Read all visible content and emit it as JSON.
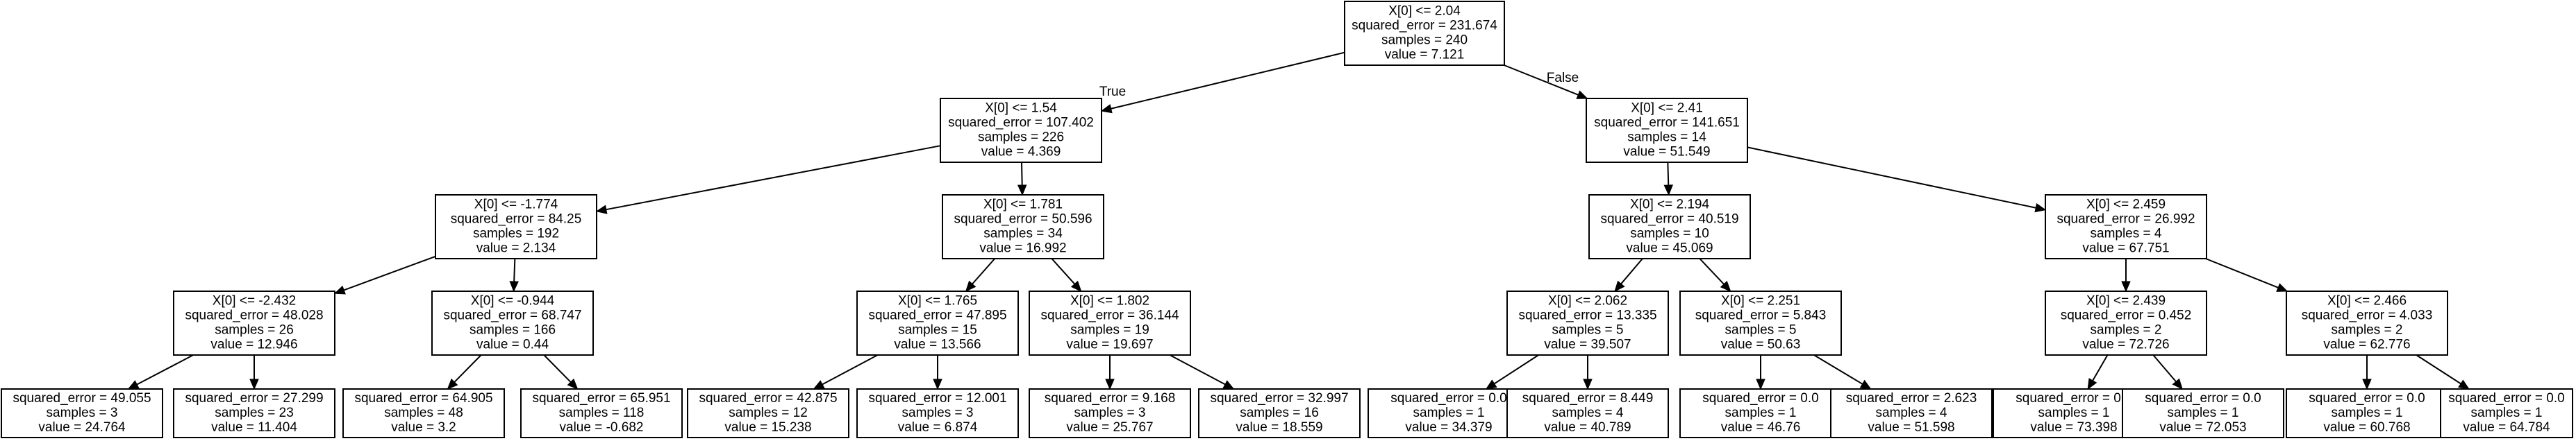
{
  "tree": {
    "nodes": [
      {
        "id": "n0",
        "lines": [
          "X[0] <= 2.04",
          "squared_error = 231.674",
          "samples = 240",
          "value = 7.121"
        ]
      },
      {
        "id": "n1",
        "lines": [
          "X[0] <= 1.54",
          "squared_error = 107.402",
          "samples = 226",
          "value = 4.369"
        ]
      },
      {
        "id": "n2",
        "lines": [
          "X[0] <= 2.41",
          "squared_error = 141.651",
          "samples = 14",
          "value = 51.549"
        ]
      },
      {
        "id": "n3",
        "lines": [
          "X[0] <= -1.774",
          "squared_error = 84.25",
          "samples = 192",
          "value = 2.134"
        ]
      },
      {
        "id": "n4",
        "lines": [
          "X[0] <= 1.781",
          "squared_error = 50.596",
          "samples = 34",
          "value = 16.992"
        ]
      },
      {
        "id": "n5",
        "lines": [
          "X[0] <= 2.194",
          "squared_error = 40.519",
          "samples = 10",
          "value = 45.069"
        ]
      },
      {
        "id": "n6",
        "lines": [
          "X[0] <= 2.459",
          "squared_error = 26.992",
          "samples = 4",
          "value = 67.751"
        ]
      },
      {
        "id": "n7",
        "lines": [
          "X[0] <= -2.432",
          "squared_error = 48.028",
          "samples = 26",
          "value = 12.946"
        ]
      },
      {
        "id": "n8",
        "lines": [
          "X[0] <= -0.944",
          "squared_error = 68.747",
          "samples = 166",
          "value = 0.44"
        ]
      },
      {
        "id": "n9",
        "lines": [
          "X[0] <= 1.765",
          "squared_error = 47.895",
          "samples = 15",
          "value = 13.566"
        ]
      },
      {
        "id": "n10",
        "lines": [
          "X[0] <= 1.802",
          "squared_error = 36.144",
          "samples = 19",
          "value = 19.697"
        ]
      },
      {
        "id": "n11",
        "lines": [
          "X[0] <= 2.062",
          "squared_error = 13.335",
          "samples = 5",
          "value = 39.507"
        ]
      },
      {
        "id": "n12",
        "lines": [
          "X[0] <= 2.251",
          "squared_error = 5.843",
          "samples = 5",
          "value = 50.63"
        ]
      },
      {
        "id": "n13",
        "lines": [
          "X[0] <= 2.439",
          "squared_error = 0.452",
          "samples = 2",
          "value = 72.726"
        ]
      },
      {
        "id": "n14",
        "lines": [
          "X[0] <= 2.466",
          "squared_error = 4.033",
          "samples = 2",
          "value = 62.776"
        ]
      },
      {
        "id": "n15",
        "lines": [
          "squared_error = 49.055",
          "samples = 3",
          "value = 24.764"
        ]
      },
      {
        "id": "n16",
        "lines": [
          "squared_error = 27.299",
          "samples = 23",
          "value = 11.404"
        ]
      },
      {
        "id": "n17",
        "lines": [
          "squared_error = 64.905",
          "samples = 48",
          "value = 3.2"
        ]
      },
      {
        "id": "n18",
        "lines": [
          "squared_error = 65.951",
          "samples = 118",
          "value = -0.682"
        ]
      },
      {
        "id": "n19",
        "lines": [
          "squared_error = 42.875",
          "samples = 12",
          "value = 15.238"
        ]
      },
      {
        "id": "n20",
        "lines": [
          "squared_error = 12.001",
          "samples = 3",
          "value = 6.874"
        ]
      },
      {
        "id": "n21",
        "lines": [
          "squared_error = 9.168",
          "samples = 3",
          "value = 25.767"
        ]
      },
      {
        "id": "n22",
        "lines": [
          "squared_error = 32.997",
          "samples = 16",
          "value = 18.559"
        ]
      },
      {
        "id": "n23",
        "lines": [
          "squared_error = 0.0",
          "samples = 1",
          "value = 34.379"
        ]
      },
      {
        "id": "n24",
        "lines": [
          "squared_error = 8.449",
          "samples = 4",
          "value = 40.789"
        ]
      },
      {
        "id": "n25",
        "lines": [
          "squared_error = 0.0",
          "samples = 1",
          "value = 46.76"
        ]
      },
      {
        "id": "n26",
        "lines": [
          "squared_error = 2.623",
          "samples = 4",
          "value = 51.598"
        ]
      },
      {
        "id": "n27",
        "lines": [
          "squared_error = 0.0",
          "samples = 1",
          "value = 73.398"
        ]
      },
      {
        "id": "n28",
        "lines": [
          "squared_error = 0.0",
          "samples = 1",
          "value = 72.053"
        ]
      },
      {
        "id": "n29",
        "lines": [
          "squared_error = 0.0",
          "samples = 1",
          "value = 60.768"
        ]
      },
      {
        "id": "n30",
        "lines": [
          "squared_error = 0.0",
          "samples = 1",
          "value = 64.784"
        ]
      }
    ],
    "edges": [
      {
        "from": "n0",
        "to": "n1",
        "label": "True"
      },
      {
        "from": "n0",
        "to": "n2",
        "label": "False"
      },
      {
        "from": "n1",
        "to": "n3"
      },
      {
        "from": "n1",
        "to": "n4"
      },
      {
        "from": "n2",
        "to": "n5"
      },
      {
        "from": "n2",
        "to": "n6"
      },
      {
        "from": "n3",
        "to": "n7"
      },
      {
        "from": "n3",
        "to": "n8"
      },
      {
        "from": "n4",
        "to": "n9"
      },
      {
        "from": "n4",
        "to": "n10"
      },
      {
        "from": "n5",
        "to": "n11"
      },
      {
        "from": "n5",
        "to": "n12"
      },
      {
        "from": "n6",
        "to": "n13"
      },
      {
        "from": "n6",
        "to": "n14"
      },
      {
        "from": "n7",
        "to": "n15"
      },
      {
        "from": "n7",
        "to": "n16"
      },
      {
        "from": "n8",
        "to": "n17"
      },
      {
        "from": "n8",
        "to": "n18"
      },
      {
        "from": "n9",
        "to": "n19"
      },
      {
        "from": "n9",
        "to": "n20"
      },
      {
        "from": "n10",
        "to": "n21"
      },
      {
        "from": "n10",
        "to": "n22"
      },
      {
        "from": "n11",
        "to": "n23"
      },
      {
        "from": "n11",
        "to": "n24"
      },
      {
        "from": "n12",
        "to": "n25"
      },
      {
        "from": "n12",
        "to": "n26"
      },
      {
        "from": "n13",
        "to": "n27"
      },
      {
        "from": "n13",
        "to": "n28"
      },
      {
        "from": "n14",
        "to": "n29"
      },
      {
        "from": "n14",
        "to": "n30"
      }
    ]
  }
}
